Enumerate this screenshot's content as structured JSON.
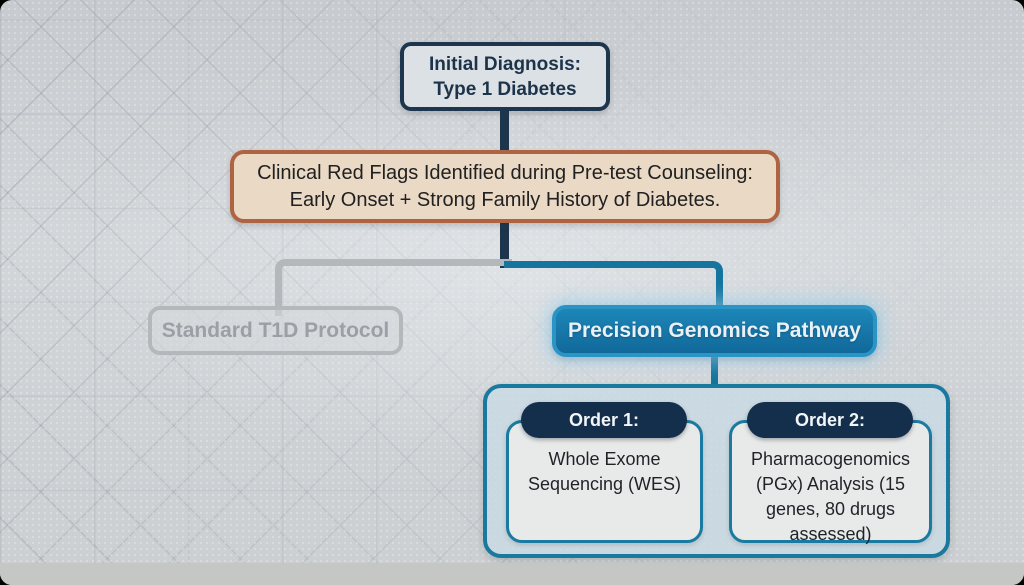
{
  "diagram": {
    "nodes": {
      "initial": {
        "line1": "Initial Diagnosis:",
        "line2": "Type 1 Diabetes"
      },
      "red_flags": {
        "line1": "Clinical Red Flags Identified during Pre-test Counseling:",
        "line2": "Early Onset + Strong Family History of Diabetes."
      },
      "standard": {
        "label": "Standard T1D Protocol"
      },
      "precision": {
        "label": "Precision Genomics Pathway"
      },
      "orders": [
        {
          "title": "Order 1:",
          "body": "Whole Exome Sequencing (WES)"
        },
        {
          "title": "Order 2:",
          "body": "Pharmacogenomics (PGx) Analysis (15 genes, 80 drugs assessed)"
        }
      ]
    },
    "colors": {
      "navy": "#1e364d",
      "sienna_border": "#ae6342",
      "beige_fill": "#ead9c5",
      "teal": "#15759f",
      "blue_fill": "#13719f",
      "blue_border": "#2a94c5",
      "inactive_grey": "#b4b8bb",
      "pill_navy": "#142f4b",
      "card_fill": "#e8eaea",
      "background": "#ced2d5"
    }
  }
}
